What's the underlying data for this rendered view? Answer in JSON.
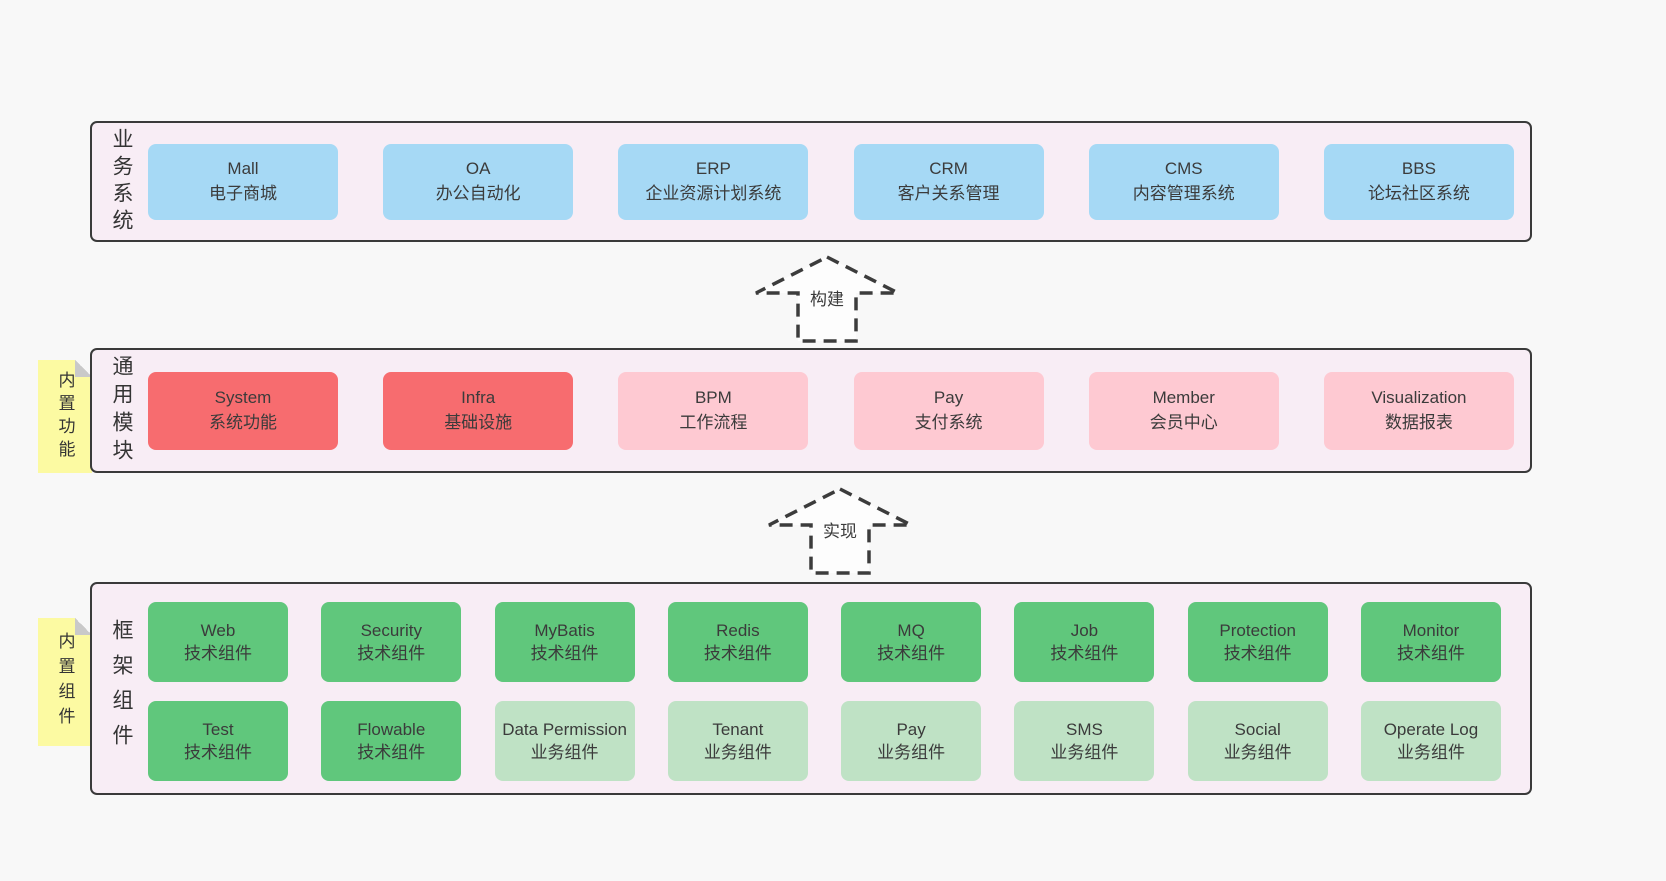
{
  "colors": {
    "page-bg": "#f8f8f8",
    "band-bg": "#f8edf5",
    "border": "#3a3a3a",
    "text": "#3b3b3b",
    "blue": "#a6d9f5",
    "red": "#f76c6f",
    "pink": "#fec9d2",
    "green": "#60c77c",
    "lightgreen": "#bfe2c5",
    "yellow": "#fcfaa2",
    "fold": "#c9c9c9",
    "arrow": "#3c3c3c"
  },
  "arrows": {
    "build": {
      "label": "构建"
    },
    "implement": {
      "label": "实现"
    }
  },
  "bands": {
    "business": {
      "side_label": "业务系统",
      "boxes": [
        {
          "name": "Mall",
          "desc": "电子商城"
        },
        {
          "name": "OA",
          "desc": "办公自动化"
        },
        {
          "name": "ERP",
          "desc": "企业资源计划系统"
        },
        {
          "name": "CRM",
          "desc": "客户关系管理"
        },
        {
          "name": "CMS",
          "desc": "内容管理系统"
        },
        {
          "name": "BBS",
          "desc": "论坛社区系统"
        }
      ]
    },
    "modules": {
      "side_label": "通用模块",
      "tab_label": "内置功能",
      "boxes": [
        {
          "name": "System",
          "desc": "系统功能",
          "variant": "red"
        },
        {
          "name": "Infra",
          "desc": "基础设施",
          "variant": "red"
        },
        {
          "name": "BPM",
          "desc": "工作流程",
          "variant": "pink"
        },
        {
          "name": "Pay",
          "desc": "支付系统",
          "variant": "pink"
        },
        {
          "name": "Member",
          "desc": "会员中心",
          "variant": "pink"
        },
        {
          "name": "Visualization",
          "desc": "数据报表",
          "variant": "pink"
        }
      ]
    },
    "components": {
      "side_label": "框架组件",
      "tab_label": "内置组件",
      "row1": [
        {
          "name": "Web",
          "desc": "技术组件",
          "variant": "green"
        },
        {
          "name": "Security",
          "desc": "技术组件",
          "variant": "green"
        },
        {
          "name": "MyBatis",
          "desc": "技术组件",
          "variant": "green"
        },
        {
          "name": "Redis",
          "desc": "技术组件",
          "variant": "green"
        },
        {
          "name": "MQ",
          "desc": "技术组件",
          "variant": "green"
        },
        {
          "name": "Job",
          "desc": "技术组件",
          "variant": "green"
        },
        {
          "name": "Protection",
          "desc": "技术组件",
          "variant": "green"
        },
        {
          "name": "Monitor",
          "desc": "技术组件",
          "variant": "green"
        }
      ],
      "row2": [
        {
          "name": "Test",
          "desc": "技术组件",
          "variant": "green"
        },
        {
          "name": "Flowable",
          "desc": "技术组件",
          "variant": "green"
        },
        {
          "name": "Data Permission",
          "desc": "业务组件",
          "variant": "lightgreen"
        },
        {
          "name": "Tenant",
          "desc": "业务组件",
          "variant": "lightgreen"
        },
        {
          "name": "Pay",
          "desc": "业务组件",
          "variant": "lightgreen"
        },
        {
          "name": "SMS",
          "desc": "业务组件",
          "variant": "lightgreen"
        },
        {
          "name": "Social",
          "desc": "业务组件",
          "variant": "lightgreen"
        },
        {
          "name": "Operate Log",
          "desc": "业务组件",
          "variant": "lightgreen"
        }
      ]
    }
  }
}
